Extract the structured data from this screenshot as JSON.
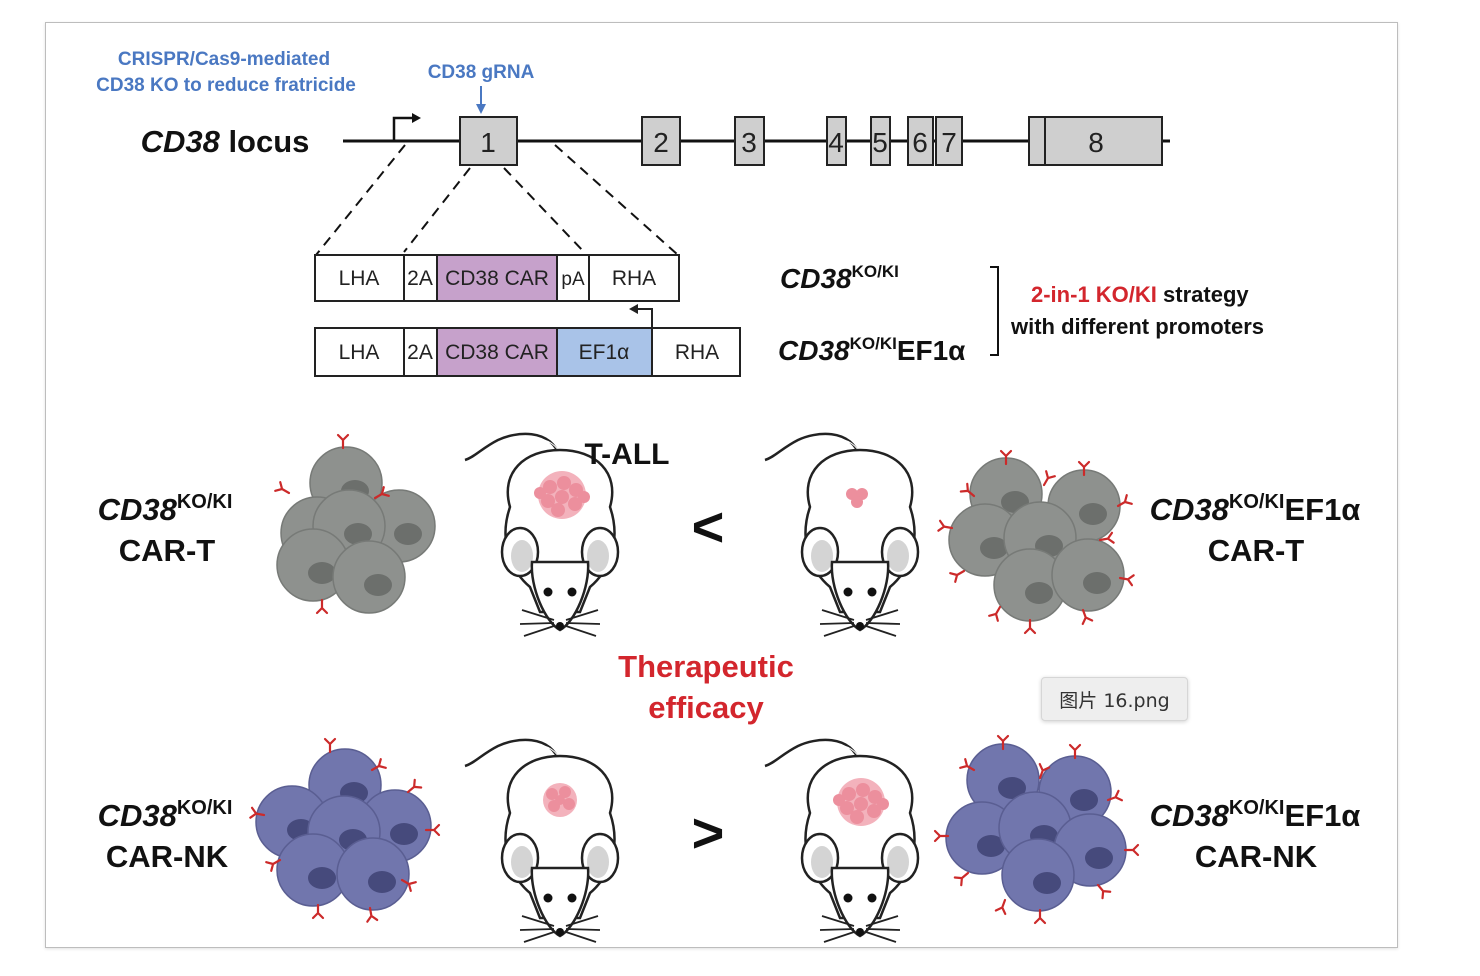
{
  "annotations": {
    "crispr_line1": "CRISPR/Cas9-mediated",
    "crispr_line2": "CD38 KO to reduce fratricide",
    "grna": "CD38 gRNA"
  },
  "locus": {
    "gene_italic": "CD38",
    "suffix": " locus",
    "exons": [
      "1",
      "2",
      "3",
      "4",
      "5",
      "6",
      "7",
      "8"
    ]
  },
  "constructs": {
    "row1": [
      "LHA",
      "2A",
      "CD38 CAR",
      "pA",
      "RHA"
    ],
    "row2": [
      "LHA",
      "2A",
      "CD38 CAR",
      "EF1α",
      "RHA"
    ],
    "label1_gene": "CD38",
    "label1_sup": "KO/KI",
    "label2_gene": "CD38",
    "label2_sup": "KO/KI",
    "label2_suffix": "EF1α"
  },
  "strategy": {
    "highlight": "2-in-1 KO/KI",
    "rest": " strategy",
    "line2": "with different promoters"
  },
  "comparison": {
    "disease": "T-ALL",
    "sign_top": "<",
    "sign_bottom": ">",
    "center_line1": "Therapeutic",
    "center_line2": "efficacy",
    "left_gene": "CD38",
    "left_sup": "KO/KI",
    "right_gene": "CD38",
    "right_sup": "KO/KI",
    "right_suffix": "EF1α",
    "cart": "CAR-T",
    "carnk": "CAR-NK"
  },
  "tooltip": "图片 16.png",
  "colors": {
    "blue_text": "#4a78c2",
    "red_text": "#d3262d",
    "car_purple": "#c6a1cb",
    "ef1a_blue": "#a9c3e8",
    "exon_gray": "#cfcfcf",
    "t_cell": "#8c8f8c",
    "nk_cell": "#6f74ab",
    "tumor": "#f0a5b0"
  }
}
